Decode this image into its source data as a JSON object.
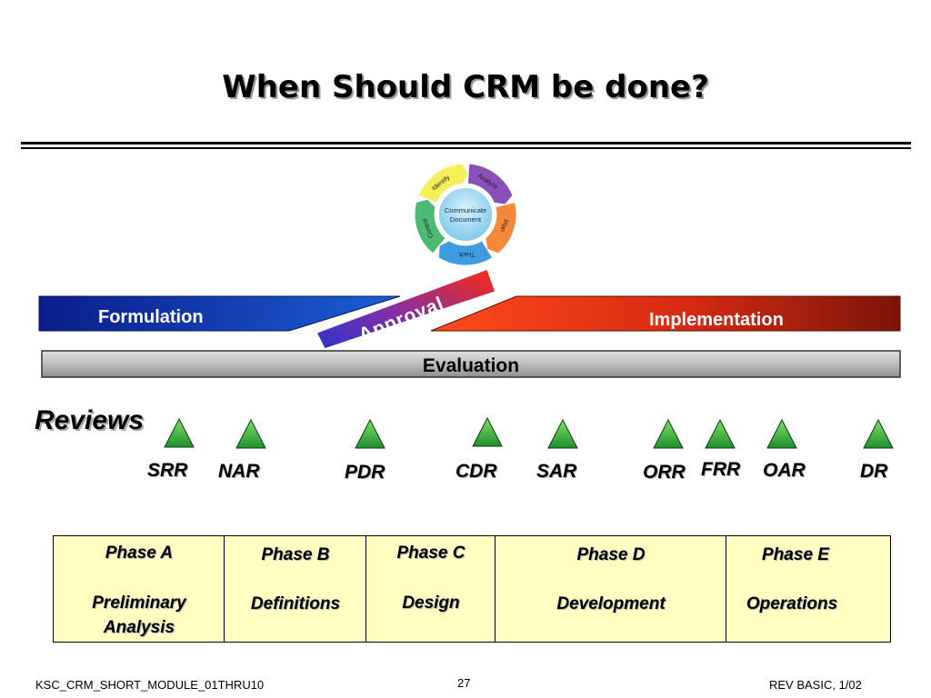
{
  "slide": {
    "title": "When Should CRM be done?"
  },
  "cycle": {
    "center_line1": "Communicate",
    "center_line2": "Document",
    "steps": [
      "Identify",
      "Analyze",
      "Plan",
      "Track",
      "Control"
    ],
    "colors": [
      "#f4ef5a",
      "#8a4fb8",
      "#f5883a",
      "#3f9be0",
      "#4dba74"
    ]
  },
  "bands": {
    "formulation": "Formulation",
    "approval": "Approval",
    "implementation": "Implementation",
    "evaluation": "Evaluation"
  },
  "reviews": {
    "heading": "Reviews",
    "items": [
      "SRR",
      "NAR",
      "PDR",
      "CDR",
      "SAR",
      "ORR",
      "FRR",
      "OAR",
      "DR"
    ]
  },
  "phases": [
    {
      "name": "Phase A",
      "desc_line1": "Preliminary",
      "desc_line2": "Analysis"
    },
    {
      "name": "Phase B",
      "desc_line1": "Definitions",
      "desc_line2": ""
    },
    {
      "name": "Phase C",
      "desc_line1": "Design",
      "desc_line2": ""
    },
    {
      "name": "Phase D",
      "desc_line1": "Development",
      "desc_line2": ""
    },
    {
      "name": "Phase E",
      "desc_line1": "Operations",
      "desc_line2": ""
    }
  ],
  "footer": {
    "left": "KSC_CRM_SHORT_MODULE_01THRU10",
    "page_number": "27",
    "right": "REV BASIC, 1/02"
  }
}
